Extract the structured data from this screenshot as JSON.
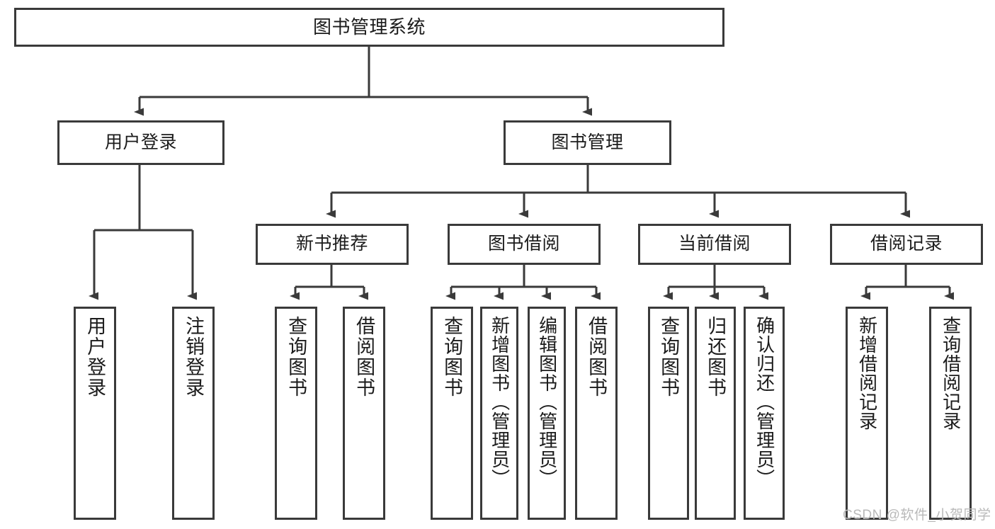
{
  "diagram": {
    "title": "图书管理系统",
    "type": "tree-hierarchy",
    "root": {
      "label": "图书管理系统"
    },
    "level1": [
      {
        "label": "用户登录"
      },
      {
        "label": "图书管理"
      }
    ],
    "level2": [
      {
        "label": "新书推荐"
      },
      {
        "label": "图书借阅"
      },
      {
        "label": "当前借阅"
      },
      {
        "label": "借阅记录"
      }
    ],
    "leaves": {
      "user_login": [
        {
          "label": "用户登录"
        },
        {
          "label": "注销登录"
        }
      ],
      "new_book_recommend": [
        {
          "label": "查询图书"
        },
        {
          "label": "借阅图书"
        }
      ],
      "book_borrow": [
        {
          "label": "查询图书"
        },
        {
          "label": "新增图书（管理员）"
        },
        {
          "label": "编辑图书（管理员）"
        },
        {
          "label": "借阅图书"
        }
      ],
      "current_borrow": [
        {
          "label": "查询图书"
        },
        {
          "label": "归还图书"
        },
        {
          "label": "确认归还（管理员）"
        }
      ],
      "borrow_record": [
        {
          "label": "新增借阅记录"
        },
        {
          "label": "查询借阅记录"
        }
      ]
    }
  },
  "watermark": {
    "text": "CSDN @软件_小贺同学"
  },
  "colors": {
    "border": "#3a3a3a",
    "background": "#ffffff",
    "text": "#1b1b1b",
    "watermark": "#b9b9b9"
  }
}
